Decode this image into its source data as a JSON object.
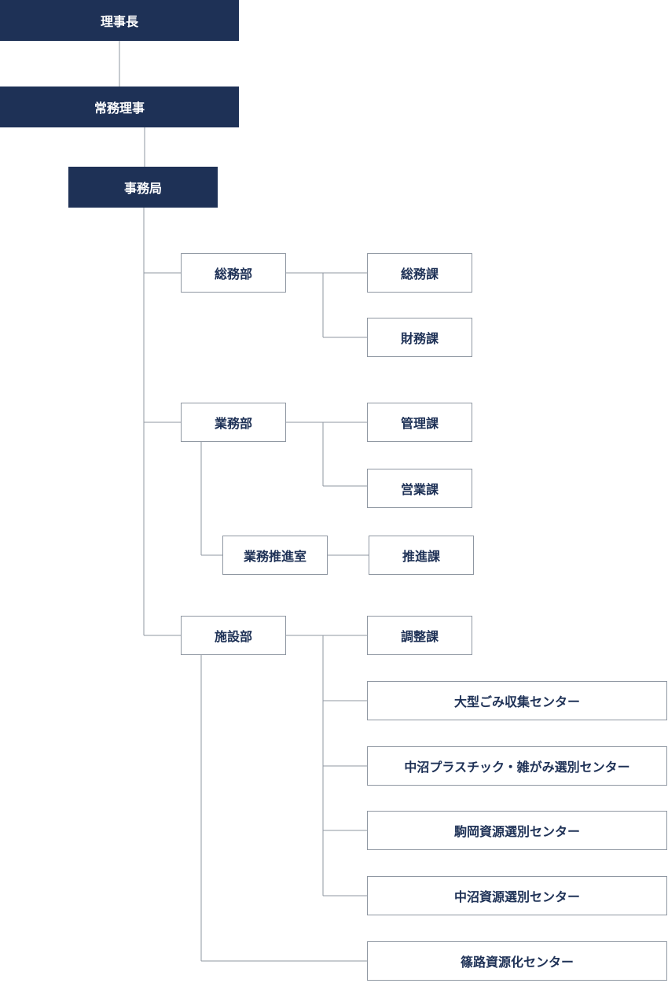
{
  "org_chart": {
    "colors": {
      "dark_fill": "#1e3156",
      "dark_text": "#ffffff",
      "light_text": "#1e3156",
      "border": "#8f97a2",
      "connector": "#8f97a2"
    },
    "nodes": {
      "chairman": "理事長",
      "managing_director": "常務理事",
      "secretariat": "事務局",
      "general_affairs_dept": "総務部",
      "general_affairs_section": "総務課",
      "finance_section": "財務課",
      "operations_dept": "業務部",
      "management_section": "管理課",
      "sales_section": "営業課",
      "operations_promotion_office": "業務推進室",
      "promotion_section": "推進課",
      "facilities_dept": "施設部",
      "coordination_section": "調整課",
      "bulky_waste_center": "大型ごみ収集センター",
      "nakanuma_plastic_center": "中沼プラスチック・雑がみ選別センター",
      "komaoka_sorting_center": "駒岡資源選別センター",
      "nakanuma_sorting_center": "中沼資源選別センター",
      "shinoro_recycling_center": "篠路資源化センター"
    }
  }
}
